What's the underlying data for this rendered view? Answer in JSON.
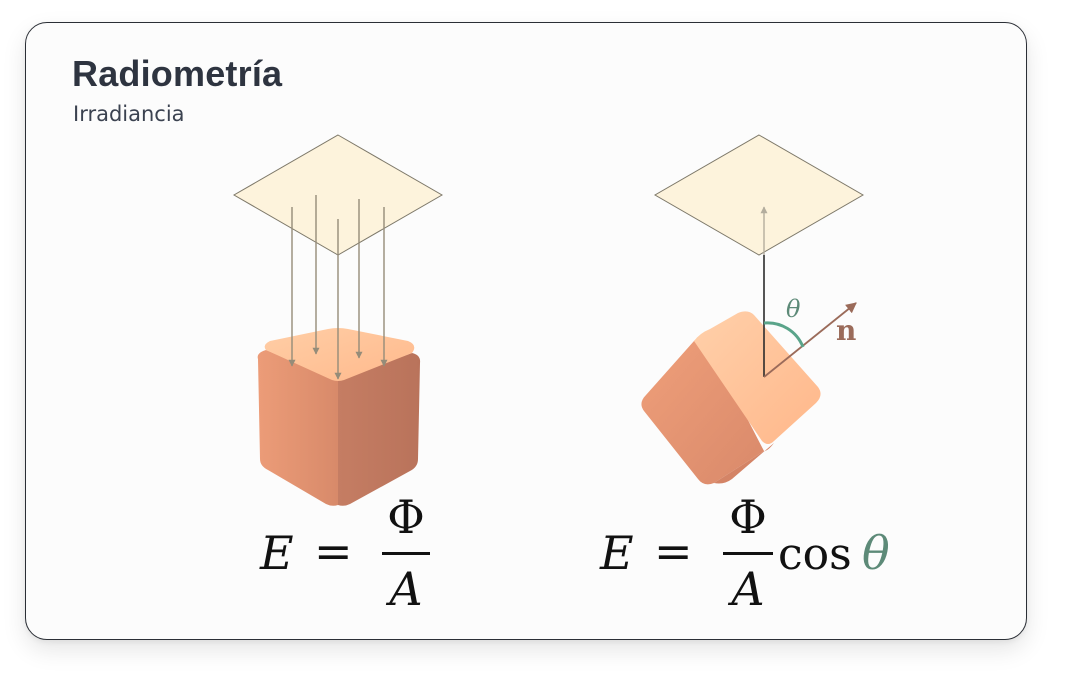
{
  "header": {
    "title": "Radiometría",
    "subtitle": "Irradiancia"
  },
  "left_panel": {
    "equation": {
      "lhs": "E",
      "equals": "=",
      "numerator": "Φ",
      "denominator": "A"
    }
  },
  "right_panel": {
    "angle_label": "θ",
    "normal_label": "n",
    "equation": {
      "lhs": "E",
      "equals": "=",
      "numerator": "Φ",
      "denominator": "A",
      "factor": "cos",
      "variable": "θ"
    }
  },
  "colors": {
    "plane_fill": "#fdf3dc",
    "plane_stroke": "#7d7869",
    "ray": "#958c79",
    "cube_top": "#ffc59b",
    "cube_side": "#c47c62",
    "normal_arrow": "#9b6b5a",
    "angle": "#5aa48a",
    "theta_text": "#5d8a78"
  }
}
